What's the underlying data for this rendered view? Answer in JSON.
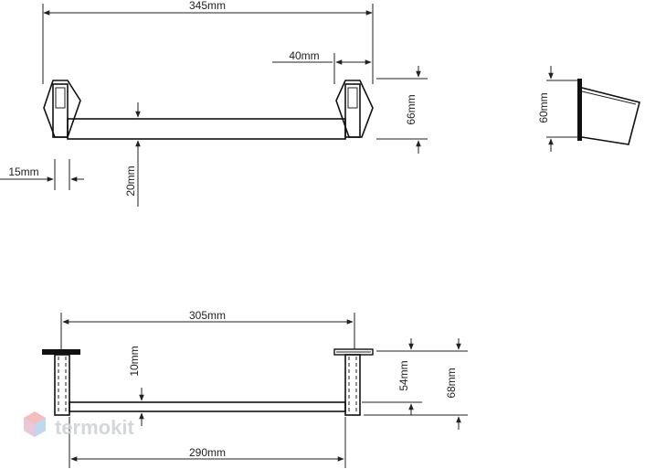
{
  "drawing": {
    "front_view": {
      "overall_length": "345mm",
      "bracket_width": "40mm",
      "height": "66mm",
      "wall_offset": "15mm",
      "bar_depth": "20mm"
    },
    "side_view": {
      "height": "60mm"
    },
    "top_view": {
      "mount_spacing": "305mm",
      "bar_thickness": "10mm",
      "inner_length": "290mm",
      "bracket_depth": "54mm",
      "total_depth": "68mm"
    }
  },
  "watermark": {
    "text": "termokit",
    "colors": [
      "#f4b8b8",
      "#b8d4f0",
      "#cfd3d8"
    ]
  }
}
